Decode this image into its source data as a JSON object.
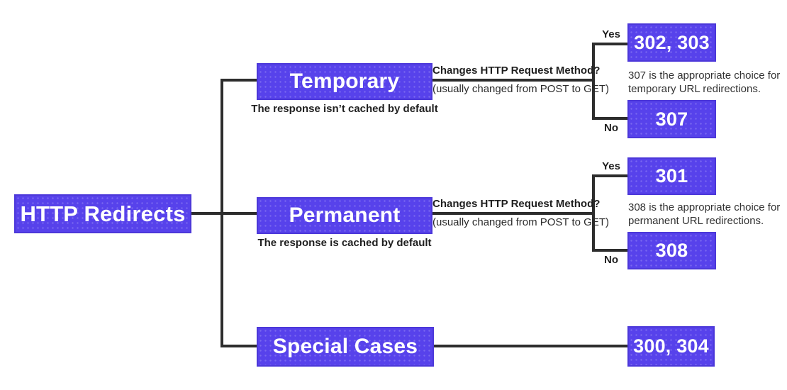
{
  "title": "HTTP Redirects decision diagram",
  "root": {
    "label": "HTTP Redirects"
  },
  "branches": {
    "temporary": {
      "label": "Temporary",
      "caption": "The response isn’t cached by default",
      "question": "Changes HTTP Request Method?",
      "question_note": "(usually changed from POST to GET)",
      "yes_label": "Yes",
      "no_label": "No",
      "yes_result": "302, 303",
      "no_result": "307",
      "note": "307 is the appropriate choice for temporary URL redirections."
    },
    "permanent": {
      "label": "Permanent",
      "caption": "The response is cached by default",
      "question": "Changes HTTP Request Method?",
      "question_note": "(usually changed from POST to GET)",
      "yes_label": "Yes",
      "no_label": "No",
      "yes_result": "301",
      "no_result": "308",
      "note": "308 is the appropriate choice for permanent URL redirections."
    },
    "special": {
      "label": "Special Cases",
      "result": "300, 304"
    }
  },
  "colors": {
    "box_fill": "#5742eb",
    "box_border": "#4c38d9",
    "line": "#2d2d2d",
    "text_on_box": "#ffffff",
    "text_dark": "#1f1f1f",
    "background": "#ffffff"
  }
}
